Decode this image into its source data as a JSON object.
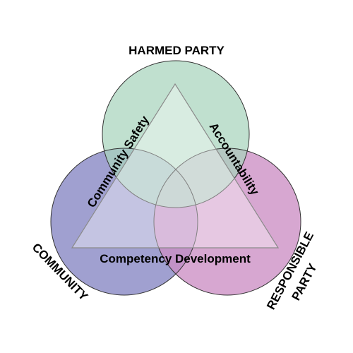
{
  "labels": {
    "harmed_party": "HARMED PARTY",
    "community": "COMMUNITY",
    "responsible_party_line1": "RESPONSIBLE",
    "responsible_party_line2": "PARTY",
    "community_safety": "Community Safety",
    "accountability": "Accountability",
    "competency_development": "Competency Development"
  },
  "colors": {
    "harmed_party_circle": "#a8d4bc",
    "community_circle": "#8f8fc8",
    "responsible_party_circle": "#cc8ec4",
    "circle_stroke": "#333333",
    "triangle_fill": "#ffffff",
    "triangle_stroke": "#8a8a8a"
  }
}
